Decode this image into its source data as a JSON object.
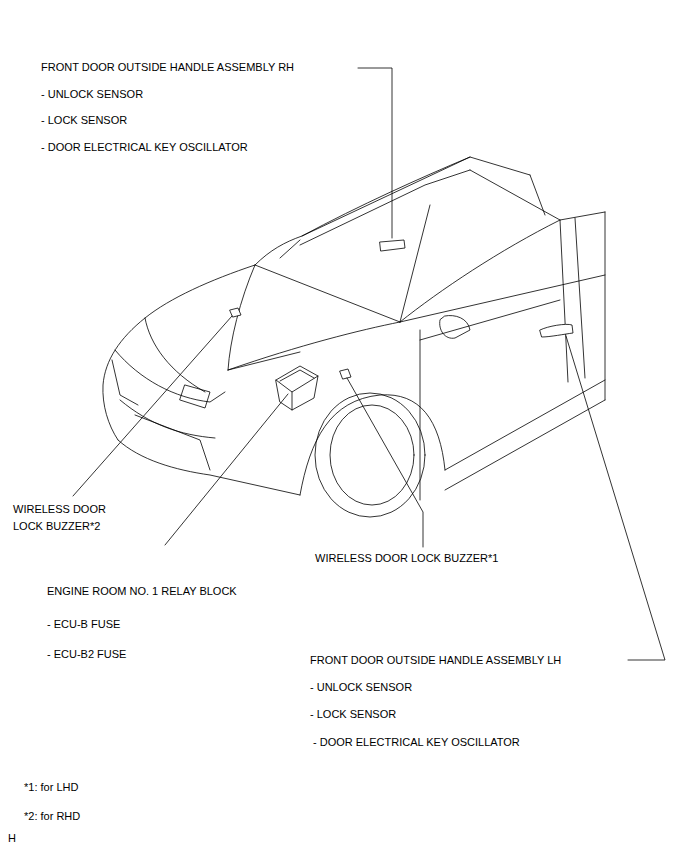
{
  "diagram": {
    "labels": [
      "FRONT DOOR OUTSIDE HANDLE ASSEMBLY RH",
      "- UNLOCK SENSOR",
      "- LOCK SENSOR",
      "- DOOR ELECTRICAL KEY OSCILLATOR",
      "WIRELESS DOOR LOCK BUZZER*2",
      "ENGINE ROOM NO. 1 RELAY BLOCK",
      "- ECU-B FUSE",
      "- ECU-B2 FUSE",
      "WIRELESS DOOR LOCK BUZZER*1",
      "FRONT DOOR OUTSIDE HANDLE ASSEMBLY LH",
      "- UNLOCK SENSOR",
      "- LOCK SENSOR",
      "- DOOR ELECTRICAL KEY OSCILLATOR",
      "*1: for LHD",
      "*2: for RHD",
      "H"
    ]
  }
}
